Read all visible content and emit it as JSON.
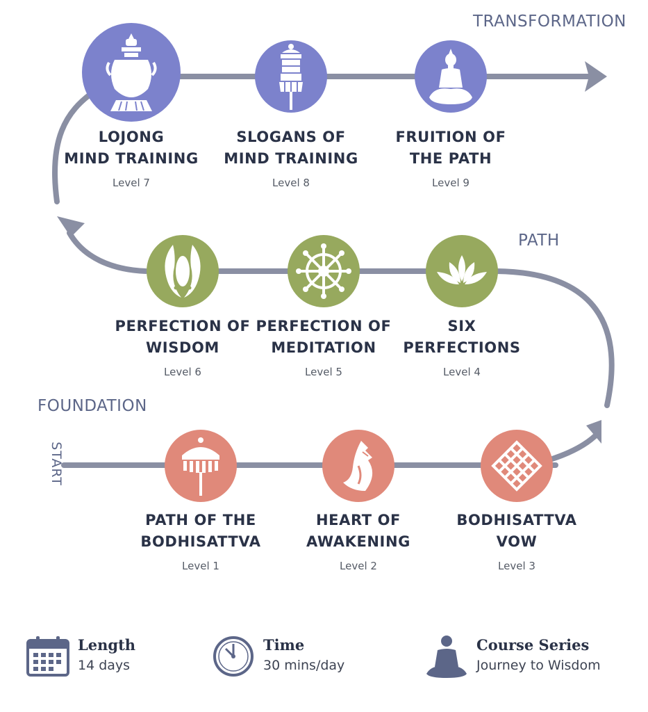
{
  "phases": {
    "transformation": "TRANSFORMATION",
    "path": "PATH",
    "foundation": "FOUNDATION",
    "start": "START"
  },
  "levels": {
    "l1": {
      "title1": "PATH OF THE",
      "title2": "BODHISATTVA",
      "level": "Level 1"
    },
    "l2": {
      "title1": "HEART OF",
      "title2": "AWAKENING",
      "level": "Level 2"
    },
    "l3": {
      "title1": "BODHISATTVA",
      "title2": "VOW",
      "level": "Level 3"
    },
    "l4": {
      "title1": "SIX",
      "title2": "PERFECTIONS",
      "level": "Level 4"
    },
    "l5": {
      "title1": "PERFECTION OF",
      "title2": "MEDITATION",
      "level": "Level 5"
    },
    "l6": {
      "title1": "PERFECTION OF",
      "title2": "WISDOM",
      "level": "Level 6"
    },
    "l7": {
      "title1": "LOJONG",
      "title2": "MIND TRAINING",
      "level": "Level 7"
    },
    "l8": {
      "title1": "SLOGANS OF",
      "title2": "MIND TRAINING",
      "level": "Level 8"
    },
    "l9": {
      "title1": "FRUITION OF",
      "title2": "THE PATH",
      "level": "Level 9"
    }
  },
  "icons": {
    "l1": "parasol-icon",
    "l2": "conch-shell-icon",
    "l3": "endless-knot-icon",
    "l4": "lotus-icon",
    "l5": "dharma-wheel-icon",
    "l6": "golden-fish-icon",
    "l7": "treasure-vase-icon",
    "l8": "victory-banner-icon",
    "l9": "buddha-icon"
  },
  "colors": {
    "foundation": "#e0897a",
    "path": "#97a95e",
    "transformation": "#7c82cc",
    "line": "#8a8fa3",
    "text": "#2a3247",
    "accent": "#5c6688"
  },
  "info": {
    "length": {
      "label": "Length",
      "value": "14 days"
    },
    "time": {
      "label": "Time",
      "value": "30 mins/day"
    },
    "series": {
      "label": "Course Series",
      "value": "Journey to Wisdom"
    }
  }
}
